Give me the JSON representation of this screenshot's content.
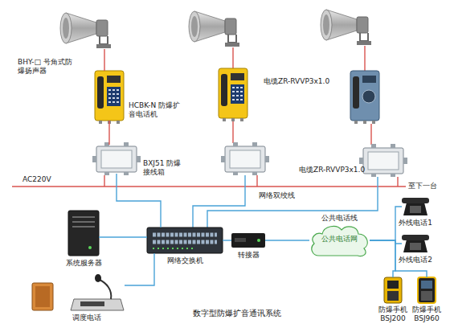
{
  "diagram": {
    "caption": "数字型防爆扩音通讯系统",
    "nodes": [
      {
        "text": [
          "BHY-□ 号角式防爆扬声器"
        ]
      },
      {
        "text": [
          "HCBK-N 防爆扩音电话机"
        ]
      },
      {
        "text": [
          "BXJ51 防爆接线箱"
        ]
      },
      {
        "text": [
          "系统服务器"
        ]
      },
      {
        "text": [
          "网络交换机"
        ]
      },
      {
        "text": [
          "转接器"
        ]
      },
      {
        "text": [
          "公共电话网"
        ]
      },
      {
        "text": [
          "调度电话"
        ]
      },
      {
        "text": [
          "外线电话1"
        ]
      },
      {
        "text": [
          "外线电话2"
        ]
      },
      {
        "text": [
          "防爆手机 BSJ200"
        ]
      },
      {
        "text": [
          "防爆手机 BSJ960"
        ]
      }
    ],
    "edges": [
      {
        "from": 0,
        "to": 1,
        "arrow": "none"
      },
      {
        "from": 1,
        "to": 2,
        "arrow": "none"
      },
      {
        "from": 2,
        "to": 4,
        "arrow": "none"
      },
      {
        "from": 4,
        "to": 3,
        "arrow": "none"
      },
      {
        "from": 4,
        "to": 7,
        "arrow": "none"
      },
      {
        "from": 4,
        "to": 5,
        "arrow": "none"
      },
      {
        "from": 5,
        "to": 6,
        "arrow": "none"
      },
      {
        "from": 6,
        "to": 8,
        "arrow": "none"
      },
      {
        "from": 6,
        "to": 9,
        "arrow": "none"
      },
      {
        "from": 6,
        "to": 10,
        "arrow": "none"
      },
      {
        "from": 6,
        "to": 11,
        "arrow": "none"
      }
    ],
    "labels": [
      "电缆ZR-RVVP3x1.0",
      "AC220V",
      "电缆ZR-RVVP3x1.0",
      "至下一台",
      "网络双绞线",
      "公共电话线"
    ]
  }
}
